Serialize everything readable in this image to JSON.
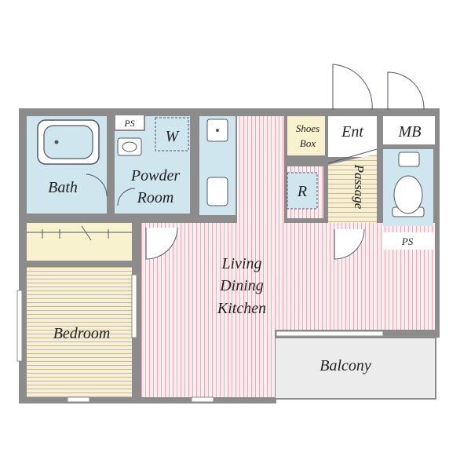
{
  "rooms": {
    "bath": "Bath",
    "powder_room_line1": "Powder",
    "powder_room_line2": "Room",
    "washer": "W",
    "ps_top": "PS",
    "ps_right": "PS",
    "shoes_box_line1": "Shoes",
    "shoes_box_line2": "Box",
    "entrance": "Ent",
    "meter_box": "MB",
    "refrigerator": "R",
    "passage": "Passage",
    "ldk_line1": "Living",
    "ldk_line2": "Dining",
    "ldk_line3": "Kitchen",
    "bedroom": "Bedroom",
    "balcony": "Balcony"
  },
  "colors": {
    "wall": "#8c8c8c",
    "wet_area": "#cfe6ef",
    "ldk_stripe": "#e9a9b6",
    "ldk_bg": "#fbeef1",
    "bedroom_stripe": "#c9bb86",
    "bedroom_bg": "#f4eedb",
    "shoes_box": "#f8f2cf",
    "balcony": "#ececec"
  }
}
